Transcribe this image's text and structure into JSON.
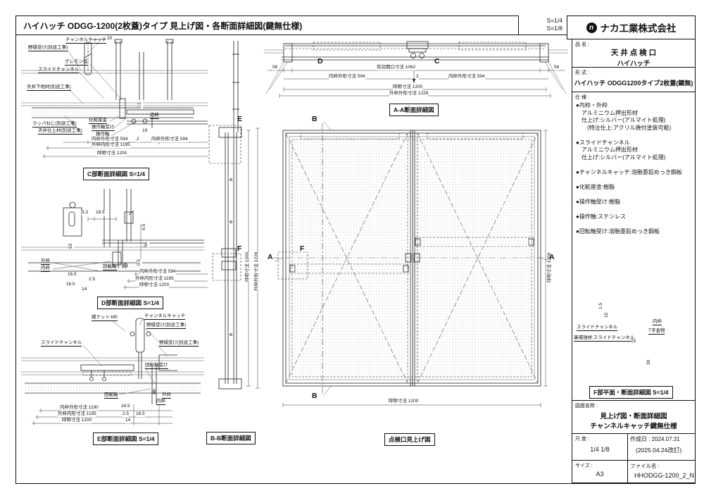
{
  "page": {
    "title": "ハイハッチ ODGG-1200(2枚蓋)タイプ 見上げ図・各断面詳細図(鍵無仕様)",
    "scale1": "S=1/4",
    "scale2": "S=1/8",
    "company": "ナカ工業株式会社",
    "logo_glyph": "n"
  },
  "titleblock": {
    "hinmei_label": "品 名 :",
    "hinmei_line1": "天 井 点 検 口",
    "hinmei_line2": "ハイハッチ",
    "keishiki_label": "形 式 :",
    "keishiki_value": "ハイハッチ ODGG1200タイプ2枚蓋(鍵無)",
    "shiyo_label": "仕 様 :",
    "spec_items": [
      "●内枠・外枠",
      "　アルミニウム押出形材",
      "　仕上げ:シルバー(アルマイト処理)",
      "　　(特注仕上:アクリル焼付塗装可能)",
      "",
      "●スライドチャンネル",
      "　アルミニウム押出形材",
      "　仕上げ:シルバー(アルマイト処理)",
      "",
      "●チャンネルキャッチ:溶融亜鉛めっき鋼板",
      "",
      "●化粧座金:樹脂",
      "",
      "●操作軸受け:樹脂",
      "",
      "●操作軸:ステンレス",
      "",
      "●回転軸受け:溶融亜鉛めっき鋼板"
    ],
    "zumen_label": "図面名称 :",
    "zumen_line1": "見上げ図・断面詳細図",
    "zumen_line2": "チャンネルキャッチ鍵無仕様",
    "shakudo_label": "尺 度 :",
    "shakudo_value": "1/4  1/8",
    "sakusei_label": "作成日 : 2024.07.31",
    "sakusei_rev": "(2025.04.24改訂)",
    "size_label": "サイズ :",
    "size_value": "A3",
    "file_label": "ファイル名 :",
    "file_value": "HHODGG-1200_2_N"
  },
  "views": {
    "c": {
      "title": "C部断面詳細図 S=1/4",
      "labels": {
        "channel_catch": "チャンネルキャッチ",
        "nobuchi": "野縁受け(別途工事)",
        "gremon": "グレモン錠",
        "slide_channel": "スライドチャンネル",
        "shitaji": "天井下地材(別途工事)",
        "rappa": "ラッパねじ(別途工事)",
        "shiage": "天井仕上材(別途工事)",
        "kesho": "化粧座金",
        "sosa_uke": "操作軸受け",
        "sosa": "操作軸",
        "uchiwaku": "内枠"
      },
      "dims": {
        "d20": "20",
        "d19": "19",
        "d05": "0.5",
        "d2": "2",
        "inner_l": "内枠外形寸法 594",
        "inner_r": "内枠外形寸法 594",
        "outer_in": "外枠内形寸法 1195",
        "nominal": "呼称寸法 1200"
      }
    },
    "d": {
      "title": "D部断面詳細図 S=1/4",
      "labels": {
        "sotowaku": "外枠",
        "uchiwaku": "内枠",
        "kaiten": "回転軸"
      },
      "dims": {
        "d33": "3.3",
        "d185": "18.5",
        "d63": "63",
        "d65": "6.5",
        "d56": "56",
        "d05": "0.5",
        "d165a": "16.5",
        "d25": "2.5",
        "d165b": "16.5",
        "d14": "14",
        "inner": "内枠外形寸法 594",
        "outer_in": "外枠内形寸法 1195",
        "nominal": "呼称寸法 1200"
      }
    },
    "e": {
      "title": "E部断面詳細図 S=1/4",
      "labels": {
        "cho_nut": "蝶ナット:M5",
        "channel_catch": "チャンネルキャッチ",
        "nobuchi1": "野縁受け(別途工事)",
        "nobuchi2": "野縁受け(別途工事)",
        "slide_channel": "スライドチャンネル",
        "kaiten_uke": "回転軸受け",
        "kaiten": "回転軸",
        "sotowaku": "外枠",
        "uchiwaku": "内枠"
      },
      "dims": {
        "d165": "16.5",
        "d25": "2.5",
        "d165b": "16.5",
        "d14": "14",
        "inner": "内枠外形寸法 1190",
        "outer_in": "外枠内形寸法 1195",
        "nominal": "呼称寸法 1200"
      }
    },
    "bb": {
      "title": "B-B断面詳細図",
      "markers": {
        "e": "E",
        "f": "F"
      },
      "dims": {
        "nominal": "呼称寸法 1200",
        "outer": "外枠外形寸法 1228"
      }
    },
    "aa": {
      "title": "A-A断面詳細図",
      "markers": {
        "d": "D",
        "c": "C"
      },
      "dims": {
        "d56l": "56",
        "d56r": "56",
        "d2": "2",
        "opening": "有効開口寸法 1062",
        "inner_l": "内枠外形寸法 594",
        "inner_r": "内枠外形寸法 594",
        "nominal": "呼称寸法 1200",
        "outer": "外枠外形寸法 1228"
      }
    },
    "plan": {
      "title": "点検口見上げ図",
      "markers": {
        "b_top": "B",
        "b_bottom": "B",
        "a_left": "A",
        "a_right": "A",
        "f": "F"
      },
      "dims": {
        "nominal_r": "呼称寸法 1200",
        "nominal_b": "呼称寸法 1200"
      }
    },
    "f": {
      "title": "F部平面・断面詳細図 S=1/4",
      "labels": {
        "slide_channel": "スライドチャンネル",
        "ura": "裏補強材:スライドチャンネル",
        "uchiwaku": "内枠",
        "tji": "T字金物"
      },
      "dims": {
        "d15a": "1.5",
        "d15b": "15",
        "d15c": "15",
        "d30": "30"
      }
    }
  }
}
